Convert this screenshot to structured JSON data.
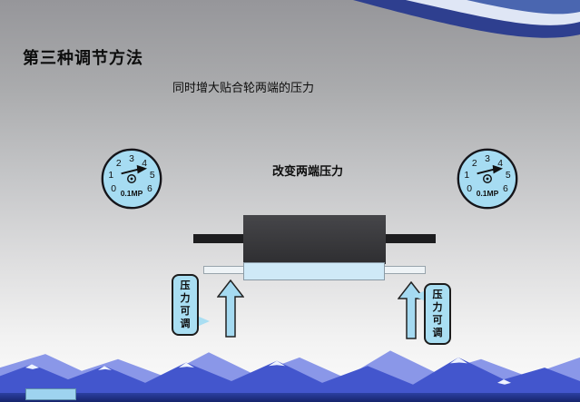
{
  "slide": {
    "title": "第三种调节方法",
    "subtitle": "同时增大贴合轮两端的压力",
    "center_label": "改变两端压力"
  },
  "gauge": {
    "ticks": [
      "0",
      "1",
      "2",
      "3",
      "4",
      "5",
      "6"
    ],
    "unit": "0.1MP"
  },
  "callout": {
    "label": "压力可调"
  },
  "colors": {
    "gauge_fill": "#a6dcf2",
    "roller_dark": "#39393c",
    "roller_light": "#cfe9f7",
    "arrow_fill": "#a5daf1",
    "callout_fill": "#a9def2",
    "mountain_front": "#4356cd",
    "mountain_back": "#8a97e8",
    "footer_navy": "#16246c"
  }
}
